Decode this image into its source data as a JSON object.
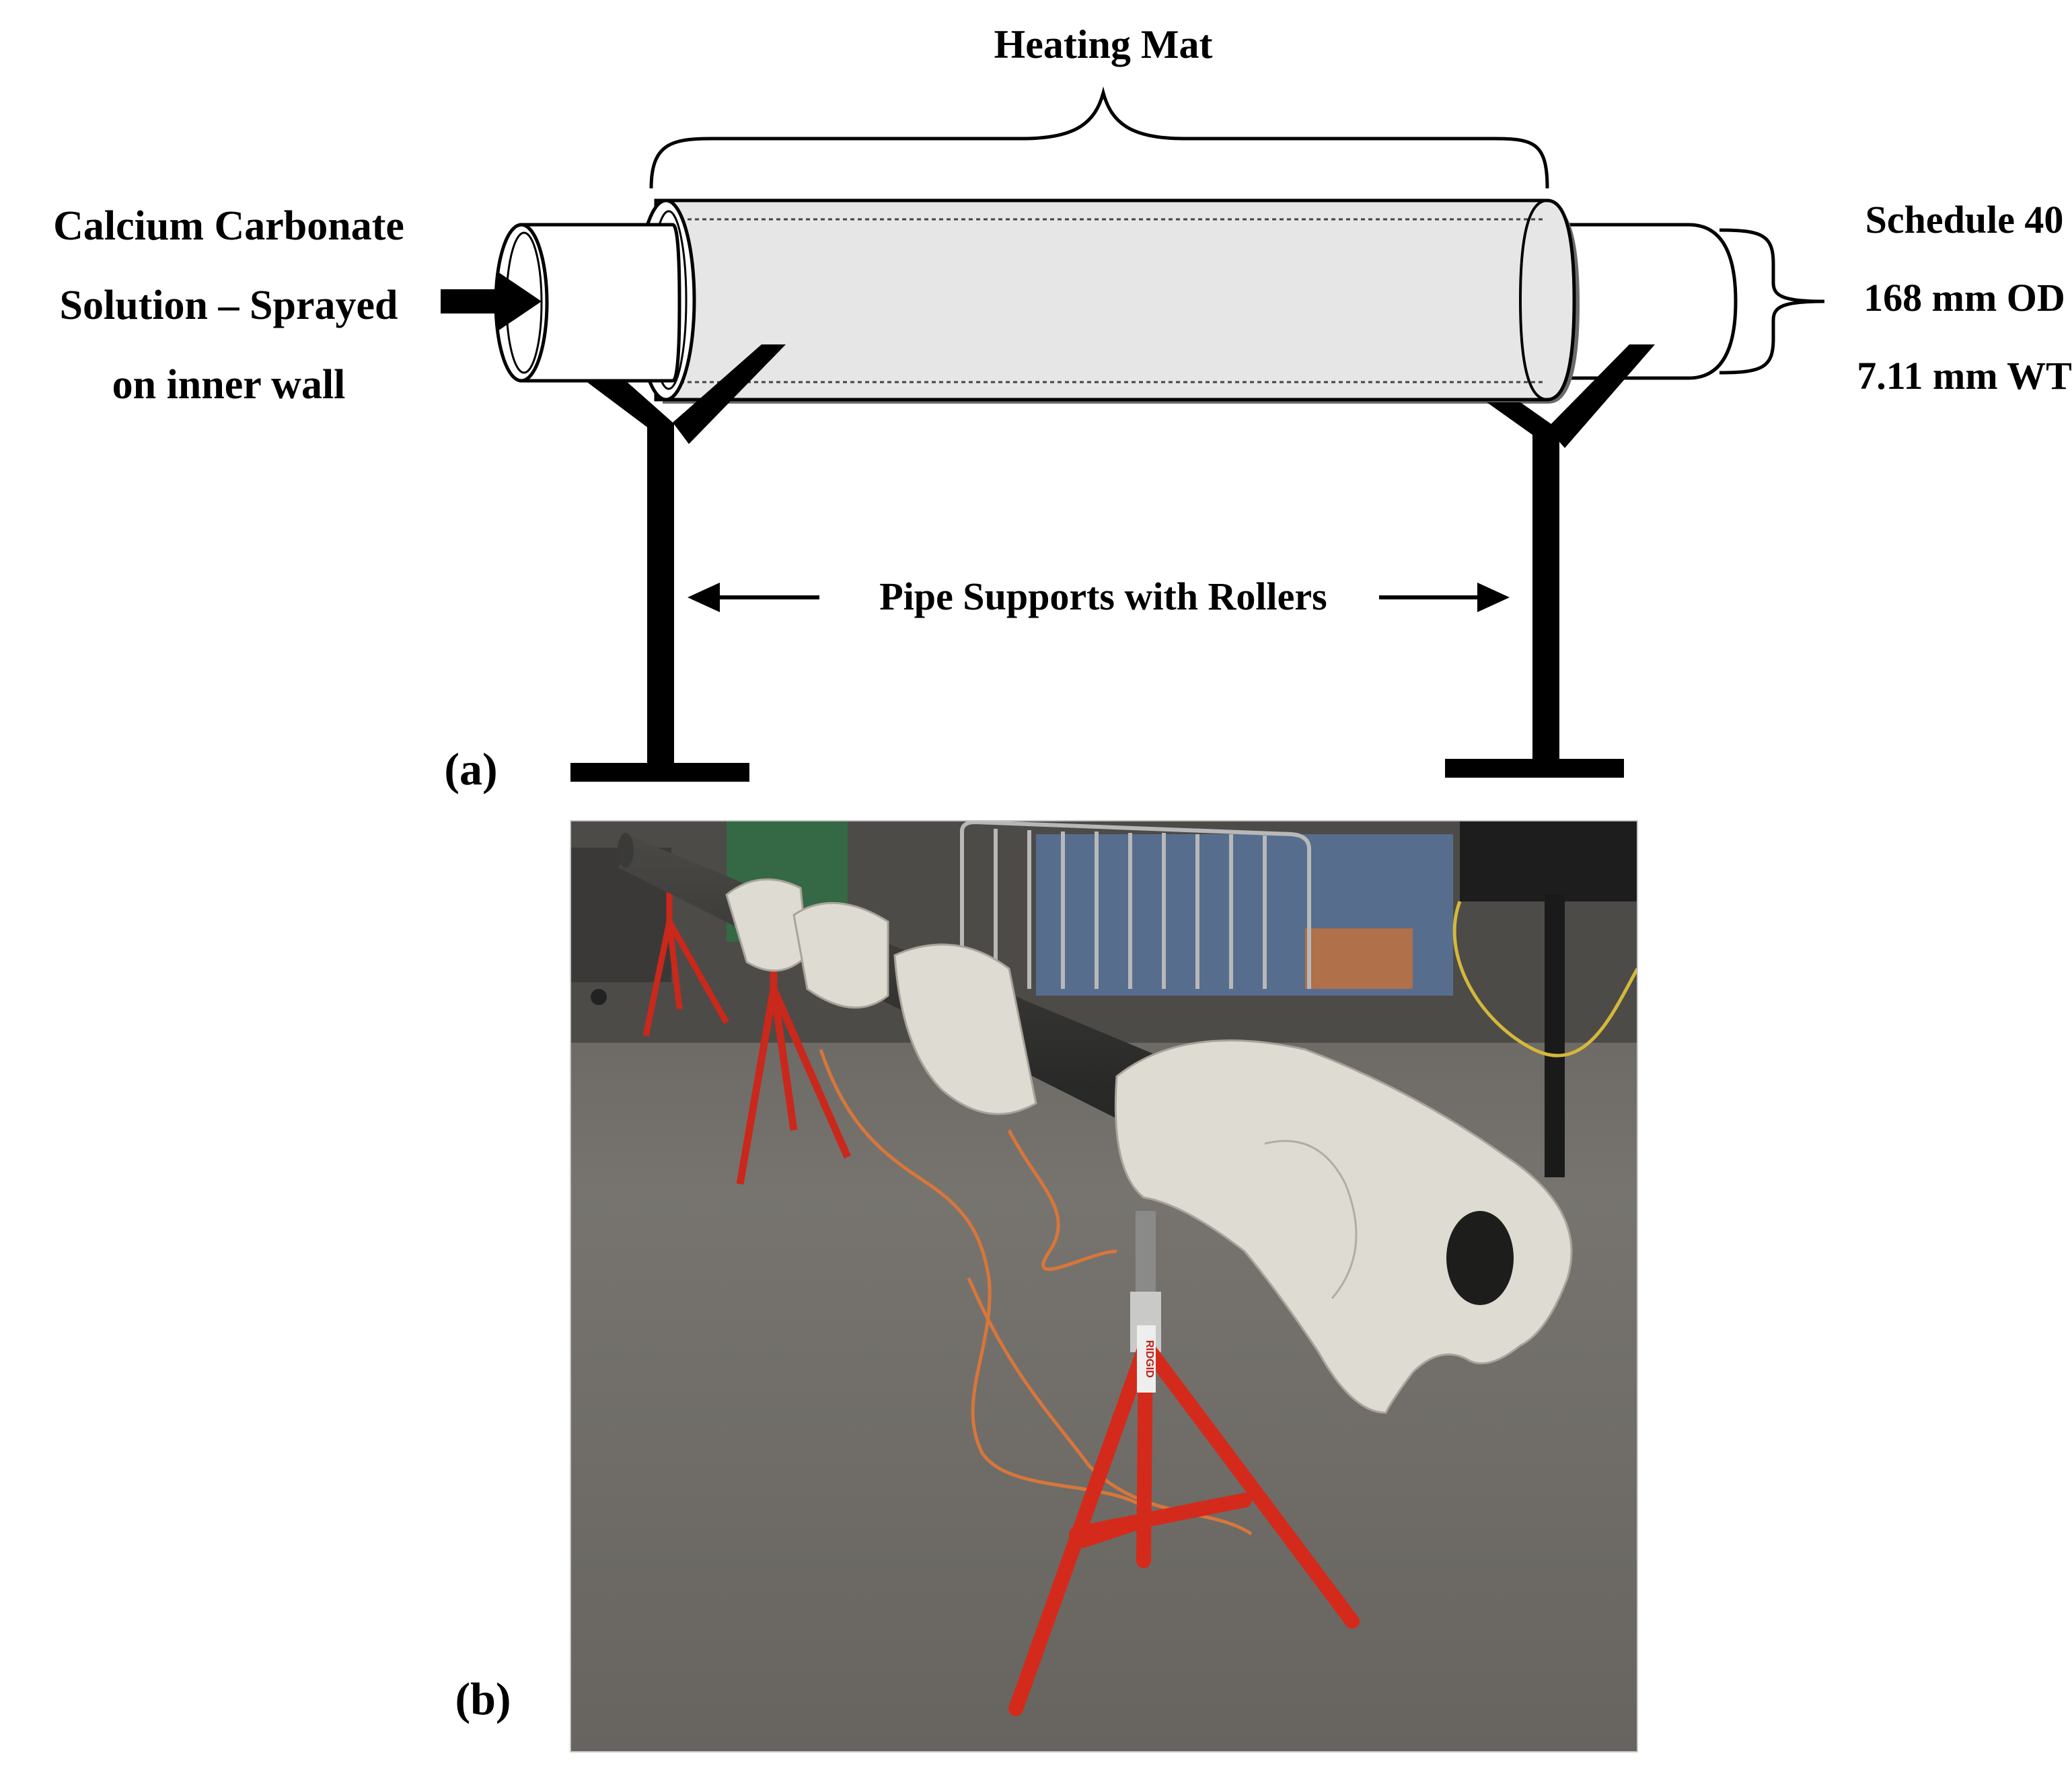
{
  "panel_a": {
    "label": "(a)",
    "heating_mat_label": "Heating Mat",
    "solution_label": {
      "line1": "Calcium Carbonate",
      "line2": "Solution – Sprayed",
      "line3": "on inner wall"
    },
    "pipe_spec": {
      "line1": "Schedule 40",
      "line2": "168 mm OD",
      "line3": "7.11 mm WT"
    },
    "supports_label": "Pipe Supports with Rollers"
  },
  "panel_b": {
    "label": "(b)",
    "photo_stand_brand": "RIDGID"
  },
  "colors": {
    "mat_fill": "#e6e6e6",
    "stand_red": "#d42a1c",
    "floor_gray": "#6f6c68",
    "insulation_white": "#dedbd3",
    "pipe_dark": "#2d2d2b"
  }
}
